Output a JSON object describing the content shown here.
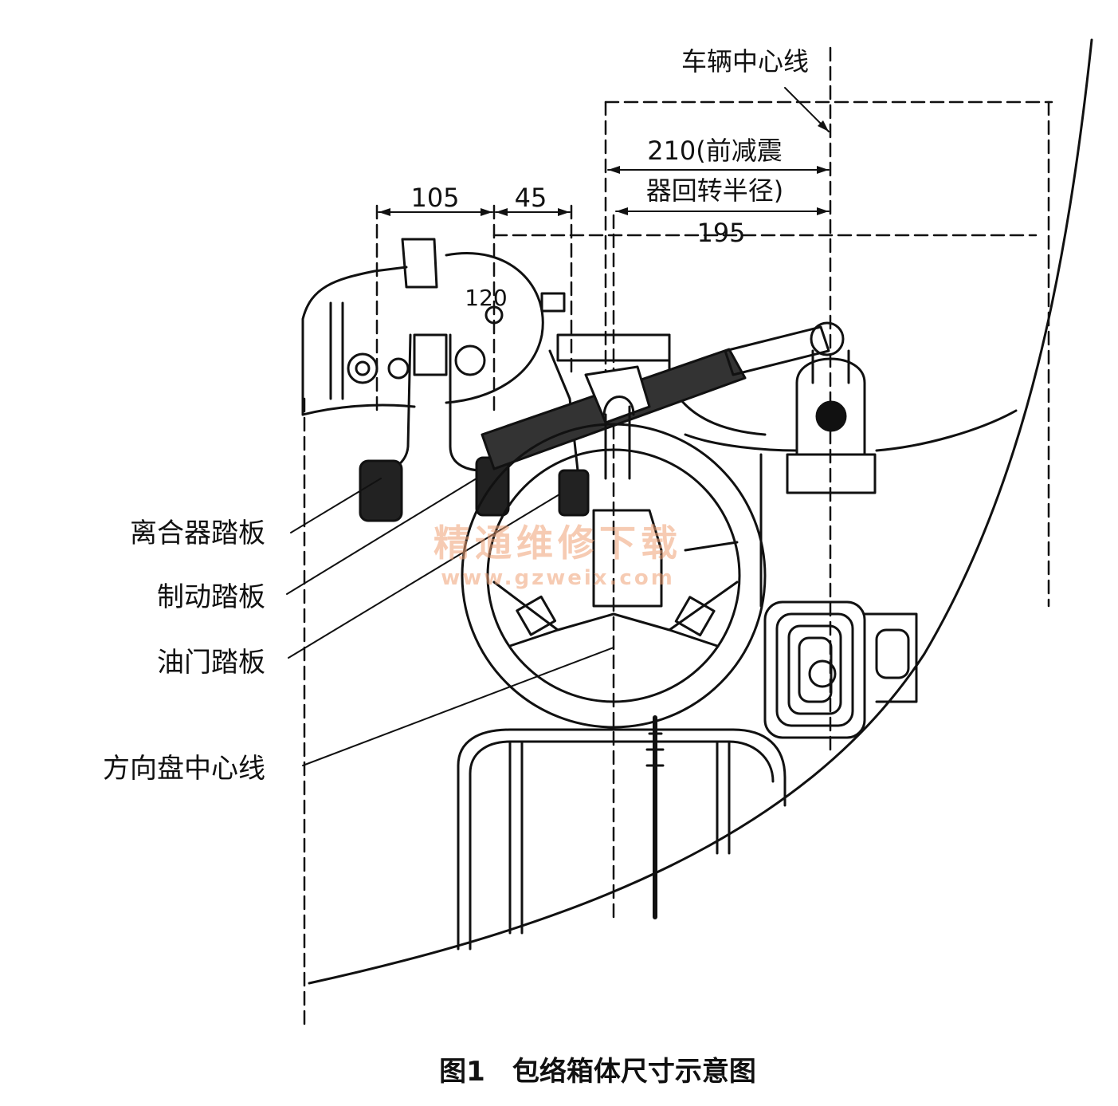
{
  "labels": {
    "vehicle_centerline": "车辆中心线",
    "shock_radius_line1": "210(前减震",
    "shock_radius_line2": "器回转半径)",
    "dim_195": "195",
    "dim_105": "105",
    "dim_45": "45",
    "dim_120": "120",
    "clutch_pedal": "离合器踏板",
    "brake_pedal": "制动踏板",
    "throttle_pedal": "油门踏板",
    "steering_centerline": "方向盘中心线"
  },
  "caption": "图1　包络箱体尺寸示意图",
  "watermark": {
    "title": "精通维修下载",
    "url": "www.gzweix.com"
  }
}
